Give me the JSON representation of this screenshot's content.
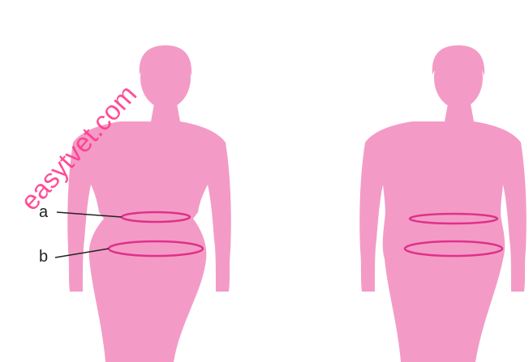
{
  "figure": {
    "labels": {
      "a": "a",
      "b": "b"
    },
    "watermark": "easytvet.com"
  },
  "colors": {
    "body": "#f39bc6",
    "ring": "#e0308a",
    "label": "#222222",
    "watermark": "#ff3a8c",
    "background": "#ffffff"
  }
}
